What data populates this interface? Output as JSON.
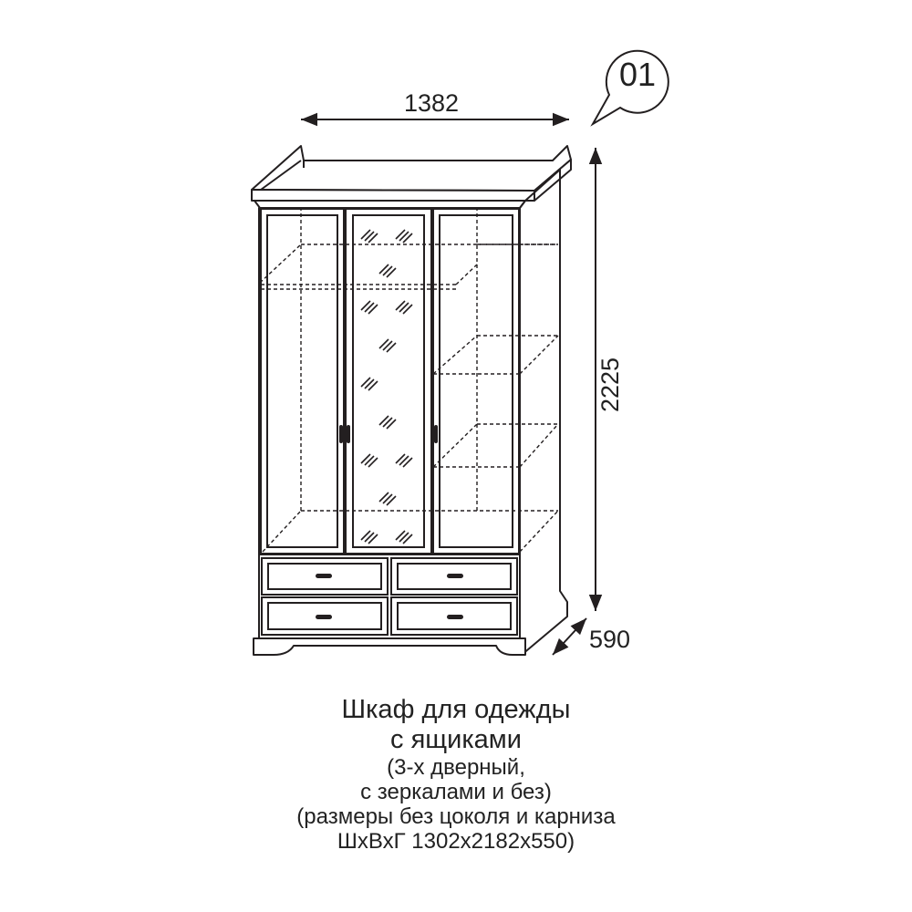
{
  "badge": "01",
  "dimensions": {
    "width": "1382",
    "height": "2225",
    "depth": "590"
  },
  "caption": {
    "title_line1": "Шкаф для одежды",
    "title_line2": "с ящиками",
    "note_line1": "(3-х дверный,",
    "note_line2": "с зеркалами и без)",
    "note_line3": "(размеры без цоколя и карниза",
    "note_line4": "ШхВхГ 1302х2182х550)"
  },
  "colors": {
    "line": "#231f20",
    "background": "#ffffff"
  },
  "icons": [
    "mirror-hatch-icon",
    "door-handle-icon",
    "drawer-handle-icon",
    "callout-bubble-icon"
  ]
}
